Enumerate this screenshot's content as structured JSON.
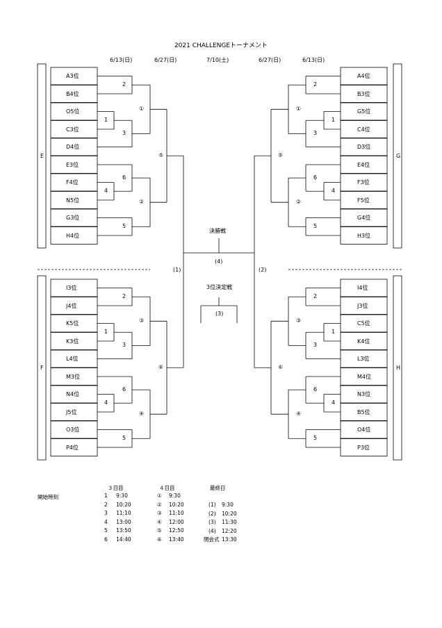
{
  "title": "2021 CHALLENGEトーナメント",
  "dates": {
    "left_round1": "6/13(日)",
    "left_round2": "6/27(日)",
    "final": "7/10(土)",
    "right_round2": "6/27(日)",
    "right_round1": "6/13(日)"
  },
  "blocks": [
    {
      "name": "E",
      "teams": [
        "A3位",
        "B4位",
        "O5位",
        "C3位",
        "D4位",
        "E3位",
        "F4位",
        "N5位",
        "G3位",
        "H4位"
      ]
    },
    {
      "name": "F",
      "teams": [
        "I3位",
        "J4位",
        "K5位",
        "K3位",
        "L4位",
        "M3位",
        "N4位",
        "J5位",
        "O3位",
        "P4位"
      ]
    },
    {
      "name": "G",
      "teams": [
        "A4位",
        "B3位",
        "G5位",
        "C4位",
        "D3位",
        "E4位",
        "F3位",
        "F5位",
        "G4位",
        "H3位"
      ]
    },
    {
      "name": "H",
      "teams": [
        "I4位",
        "J3位",
        "C5位",
        "K4位",
        "L3位",
        "M4位",
        "N3位",
        "B5位",
        "O4位",
        "P3位"
      ]
    }
  ],
  "match_labels": {
    "top_quarter": [
      "2",
      "1",
      "3",
      "①"
    ],
    "bottom_quarter": [
      "6",
      "4",
      "5",
      "②"
    ],
    "lower_top_quarter": [
      "2",
      "1",
      "3",
      "③"
    ],
    "lower_bottom_quarter": [
      "6",
      "4",
      "5",
      "④"
    ],
    "semis_left": [
      "⑤",
      "⑥"
    ],
    "semis_right": [
      "⑤",
      "⑥"
    ],
    "cross_left": "(1)",
    "cross_right": "(2)",
    "final_heading": "決勝戦",
    "final_match": "(4)",
    "third_heading": "3位決定戦",
    "third_match": "(3)"
  },
  "schedule": {
    "row_label": "開始時刻",
    "headers": [
      "３日目",
      "４日目",
      "最終日"
    ],
    "day3": [
      [
        "1",
        "9:30"
      ],
      [
        "2",
        "10:20"
      ],
      [
        "3",
        "11:10"
      ],
      [
        "4",
        "13:00"
      ],
      [
        "5",
        "13:50"
      ],
      [
        "6",
        "14:40"
      ]
    ],
    "day4": [
      [
        "①",
        "9:30"
      ],
      [
        "②",
        "10:20"
      ],
      [
        "③",
        "11:10"
      ],
      [
        "④",
        "12:00"
      ],
      [
        "⑤",
        "12:50"
      ],
      [
        "⑥",
        "13:40"
      ]
    ],
    "final_day": [
      [
        "(1)",
        "9:30"
      ],
      [
        "(2)",
        "10:20"
      ],
      [
        "(3)",
        "11:30"
      ],
      [
        "(4)",
        "12:20"
      ],
      [
        "閉会式",
        "13:30"
      ]
    ]
  }
}
